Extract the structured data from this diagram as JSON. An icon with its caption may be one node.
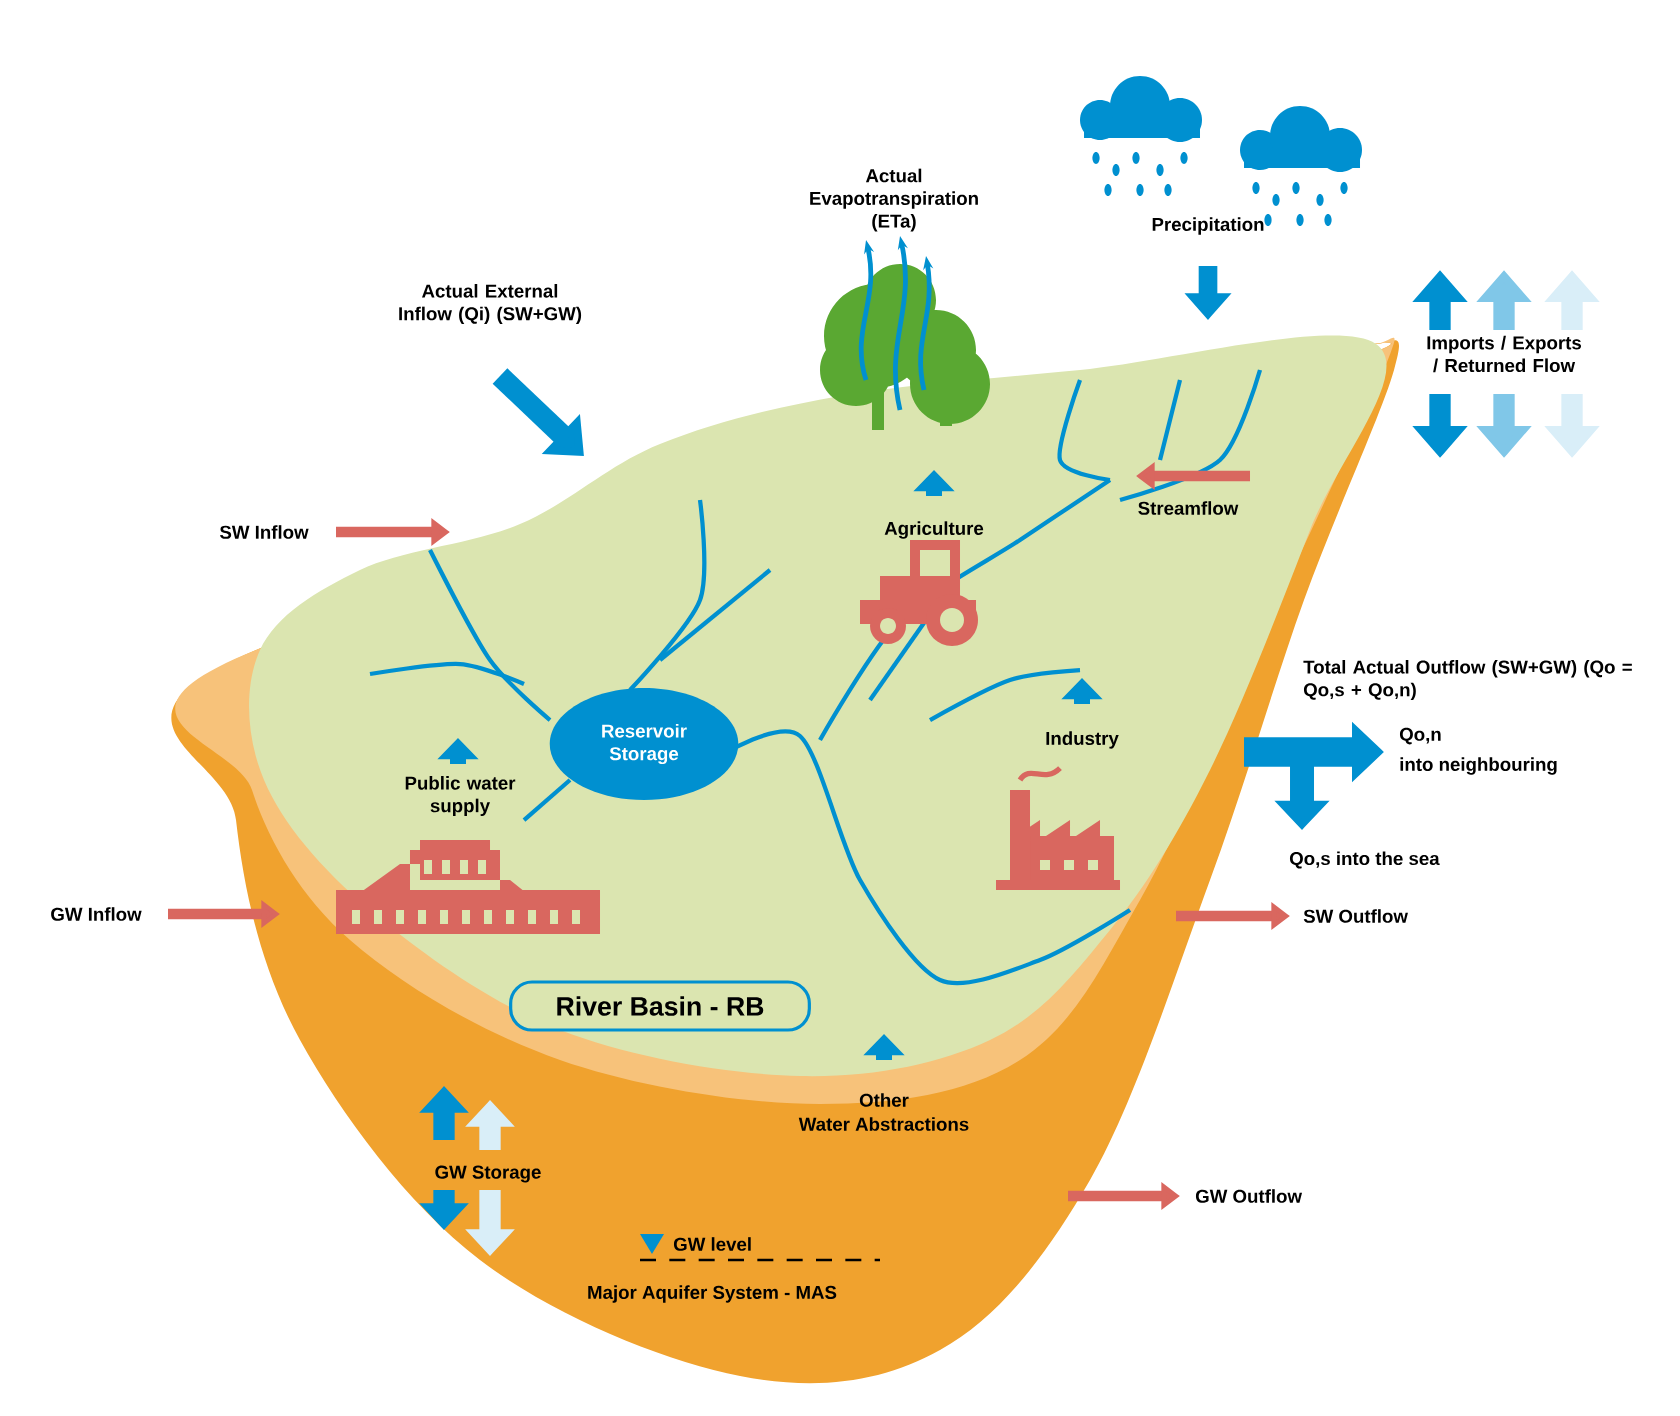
{
  "diagram": {
    "nodes": [
      {
        "text": [
          "River Basin - RB"
        ]
      },
      {
        "text": [
          "Reservoir Storage"
        ]
      }
    ],
    "labels": [
      "Actual Evapotranspiration (ETa)",
      "Precipitation",
      "Actual External Inflow (Qi) (SW+GW)",
      "Imports / Exports / Returned Flow",
      "Streamflow",
      "SW Inflow",
      "Agriculture",
      "Total Actual Outflow (SW+GW) (Qo = Qo,s + Qo,n)",
      "Industry",
      "Public water supply",
      "Qo,n",
      "into neighbouring",
      "Qo,s into the sea",
      "GW Inflow",
      "SW Outflow",
      "Other",
      "Water Abstractions",
      "GW Storage",
      "GW Outflow",
      "GW level",
      "Major Aquifer System - MAS"
    ]
  }
}
